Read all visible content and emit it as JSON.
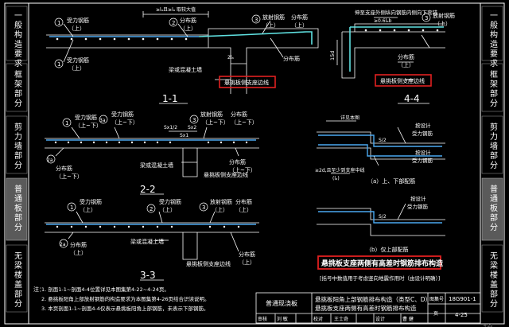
{
  "side_tabs": [
    {
      "label": "一般构造要求",
      "active": false
    },
    {
      "label": "框架部分",
      "active": false
    },
    {
      "label": "剪力墙部分",
      "active": false
    },
    {
      "label": "普通板部分",
      "active": true
    },
    {
      "label": "无梁楼盖部分",
      "active": false
    }
  ],
  "labels": {
    "shoulijin_1": "受力钢筋",
    "shoulijin_shang": "（上）",
    "shoulijin_2": "受力钢筋",
    "shoulijin_shang2": "（上）",
    "fangshe": "放射钢筋",
    "fangshe_shang": "（上）",
    "fenbu": "分布筋",
    "fenbu_shang": "（上）",
    "anchor_top": "≥lₐ且≥lₐ 取较大值",
    "anchor_top_2la": "2lₐ",
    "liang_zhi": "梁或混凝土墙",
    "support_line_1": "悬挑板侧支座边线",
    "section_1": "1-1",
    "top_44_text": "伸至支座外侧纵向钢筋内侧向下弯锚",
    "top_44_dim": "≥0.6lₐb",
    "side_15d": "15d",
    "support_line_4": "悬挑板侧支座边线",
    "section_4": "4-4",
    "s22_a": "受力钢筋",
    "s22_b": "（上~下）",
    "s22_c": "受力钢筋",
    "s22_d": "（上~下）",
    "s22_e": "放射钢筋",
    "s22_f": "（上~下）",
    "s22_g": "分布筋",
    "s22_h": "（上~下）",
    "s22_dim1": "Sx1/2",
    "s22_dim2": "Sx2",
    "s22_sx1": "Sx1",
    "s22_liang": "梁或混凝土墙",
    "s22_support": "悬挑板侧支座边线",
    "section_2": "2-2",
    "s33_a": "受力钢筋",
    "s33_b": "（上）",
    "s33_c": "受力钢筋",
    "s33_d": "（上）",
    "s33_e": "放射钢筋",
    "s33_f": "（上）",
    "s33_g": "分布筋",
    "s33_h": "（上）",
    "s33_fenbu": "分布筋",
    "s33_liang": "梁或混凝土墙",
    "s33_support": "悬挑板侧支座边线",
    "section_3": "3-3",
    "sub_a_l1": "按设计",
    "sub_a_l2": "受力钢筋",
    "sub_a_top": "详见本图",
    "sub_a_2d": "≥2d,且至少到支座中线",
    "sub_a_la": "(lₐ)",
    "sub_a_s2": "S/2",
    "sub_a_cap": "（a）上、下部配筋",
    "sub_b_l1": "按设计",
    "sub_b_l2": "受力钢筋",
    "sub_b_s2": "S/2",
    "sub_b_cap": "（b）仅上部配筋",
    "highlight_caption": "悬挑板支座两侧有高差时钢筋排布构造",
    "highlight_note": "[括号中数值用于考虑竖向地震作用时（由设计明确）]",
    "circle_1": "1",
    "circle_2": "2",
    "circle_3": "3",
    "circle_2a": "2a",
    "circle_3a": "3a"
  },
  "notes": {
    "title": "注：",
    "n1": "1. 剖面1-1~剖面4-4位置详见本图集第4-22~4-24页。",
    "n2": "2. 悬挑板阳角上部放射钢筋的构造要求为本图集第4-26页结合识读说明。",
    "n3": "3. 本页剖面1-1~剖面4-4仅表示悬挑板阳角上部钢筋，未表示下部钢筋。"
  },
  "title_block": {
    "category": "普通现浇板",
    "title_line1": "悬挑板阳角上部钢筋排布构造（类型C、D）",
    "title_line2": "悬挑板支座两侧有高差时钢筋排布构造",
    "atlas_label": "图集号",
    "atlas_no": "18G901-1",
    "row_shen": "审核",
    "shen_name": "刘  敏",
    "row_jiao": "校对",
    "jiao_name": "王士奇",
    "row_she": "设计",
    "she_name": "曹  健",
    "page_label": "页",
    "page_no": "4-25",
    "page_small": "4-25"
  },
  "colors": {
    "background": "#000000",
    "lines": "#ffffff",
    "rebar_blue": "#4aa8f0",
    "rebar_cyan": "#5fe0e0",
    "highlight_red": "#e02020",
    "tab_active": "#c8c8c8"
  }
}
